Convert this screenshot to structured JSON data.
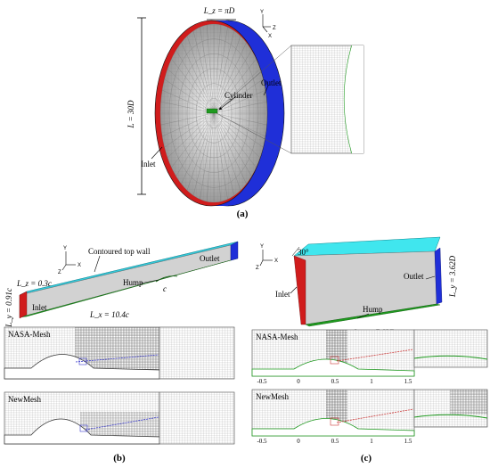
{
  "panel_a": {
    "caption": "(a)",
    "span_label": "L_z = πD",
    "height_label": "L = 30D",
    "cylinder_label": "Cylinder",
    "outlet_label": "Outlet",
    "inlet_label": "Inlet",
    "axes": {
      "y": "Y",
      "z": "Z",
      "x": "X"
    },
    "colors": {
      "inlet": "#d01c1c",
      "outlet": "#1f2fd8",
      "cylinder": "#1f9a1f",
      "mesh": "#555555"
    }
  },
  "panel_b": {
    "caption": "(b)",
    "top_wall_label": "Contoured top wall",
    "outlet_label": "Outlet",
    "inlet_label": "Inlet",
    "hump_label": "Hump",
    "chord_label": "c",
    "span_label": "L_z = 0.3c",
    "height_label": "L_y = 0.91c",
    "length_label": "L_x = 10.4c",
    "axes": {
      "y": "Y",
      "x": "X",
      "z": "Z"
    },
    "mesh_labels": [
      "NASA-Mesh",
      "NewMesh"
    ],
    "colors": {
      "top_wall": "#35c8d8",
      "inlet": "#d01c1c",
      "outlet": "#1f2fd8",
      "hump": "#1f9a1f"
    }
  },
  "panel_c": {
    "caption": "(c)",
    "angle_label": "30°",
    "outlet_label": "Outlet",
    "inlet_label": "Inlet",
    "hump_label": "Hump",
    "height_label": "L_y = 3.62D",
    "length_label": "L_x = 7.63D",
    "axes": {
      "y": "Y",
      "x": "X",
      "z": "Z"
    },
    "mesh_labels": [
      "NASA-Mesh",
      "NewMesh"
    ],
    "ticks": [
      "-0.5",
      "0",
      "0.5",
      "1",
      "1.5"
    ],
    "colors": {
      "top": "#40e6ee",
      "inlet": "#d01c1c",
      "outlet": "#1f2fd8",
      "hump": "#1f9a1f"
    }
  }
}
